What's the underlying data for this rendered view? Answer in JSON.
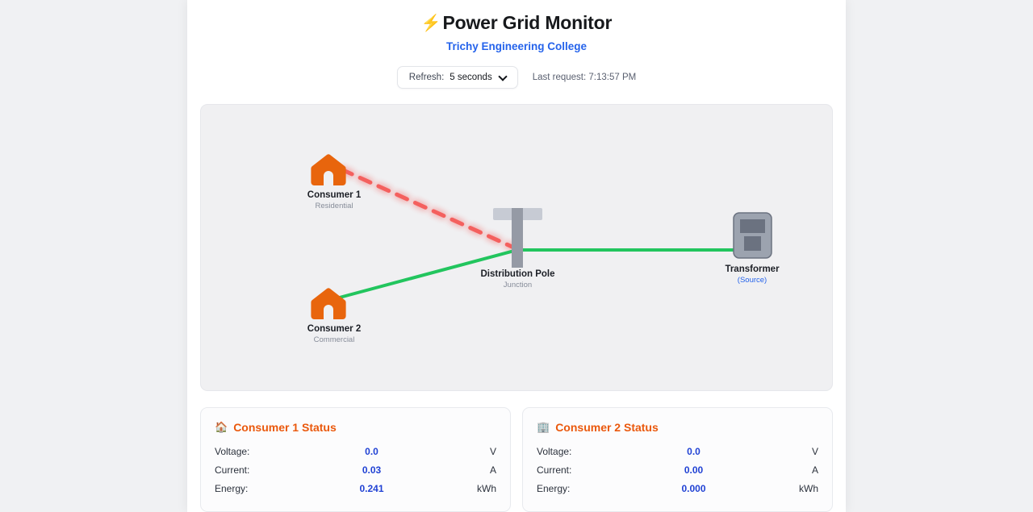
{
  "header": {
    "title": "Power Grid Monitor",
    "bolt_icon": "bolt-icon",
    "subtitle": "Trichy Engineering College"
  },
  "controls": {
    "refresh_label": "Refresh:",
    "refresh_value": "5 seconds",
    "refresh_options": [
      "5 seconds"
    ],
    "chevron_icon": "chevron-down-icon",
    "last_request": "Last request: 7:13:57 PM"
  },
  "diagram": {
    "nodes": [
      {
        "id": "consumer1",
        "label": "Consumer 1",
        "sub": "Residential",
        "icon": "house-icon",
        "color": "#E8650D"
      },
      {
        "id": "consumer2",
        "label": "Consumer 2",
        "sub": "Commercial",
        "icon": "house-icon",
        "color": "#E8650D"
      },
      {
        "id": "pole",
        "label": "Distribution Pole",
        "sub": "Junction",
        "icon": "utility-pole-icon",
        "color": "#959AA5"
      },
      {
        "id": "transformer",
        "label": "Transformer",
        "sub": "(Source)",
        "icon": "transformer-icon",
        "color": "#9CA3AF"
      }
    ],
    "links": [
      {
        "from": "transformer",
        "to": "pole",
        "state": "active",
        "style": "solid",
        "color": "#22C55E"
      },
      {
        "from": "pole",
        "to": "consumer2",
        "state": "active",
        "style": "solid",
        "color": "#22C55E"
      },
      {
        "from": "pole",
        "to": "consumer1",
        "state": "fault",
        "style": "dashed",
        "color": "#F4605E"
      }
    ]
  },
  "cards": [
    {
      "emoji": "🏠",
      "icon": "house-emoji-icon",
      "title": "Consumer 1 Status",
      "metrics": [
        {
          "label": "Voltage:",
          "value": "0.0",
          "unit": "V"
        },
        {
          "label": "Current:",
          "value": "0.03",
          "unit": "A"
        },
        {
          "label": "Energy:",
          "value": "0.241",
          "unit": "kWh"
        }
      ]
    },
    {
      "emoji": "🏢",
      "icon": "office-building-emoji-icon",
      "title": "Consumer 2 Status",
      "metrics": [
        {
          "label": "Voltage:",
          "value": "0.0",
          "unit": "V"
        },
        {
          "label": "Current:",
          "value": "0.00",
          "unit": "A"
        },
        {
          "label": "Energy:",
          "value": "0.000",
          "unit": "kWh"
        }
      ]
    }
  ],
  "colors": {
    "accent_blue": "#2563EB",
    "value_blue": "#2142D4",
    "orange": "#EA580C",
    "green": "#22C55E",
    "red": "#F4605E"
  }
}
